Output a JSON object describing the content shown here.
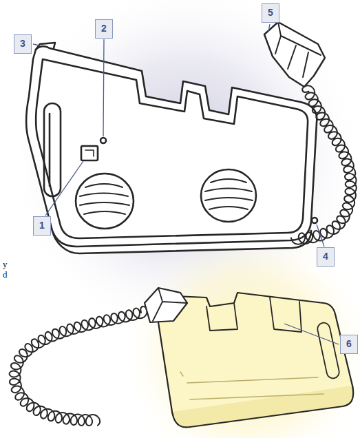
{
  "diagram": {
    "nodes": [
      {
        "text": [
          "5"
        ]
      },
      {
        "text": [
          "2"
        ]
      },
      {
        "text": [
          "3"
        ]
      },
      {
        "text": [
          "1"
        ]
      },
      {
        "text": [
          "4"
        ]
      },
      {
        "text": [
          "6"
        ]
      }
    ],
    "labels": [
      "y",
      "d"
    ]
  }
}
